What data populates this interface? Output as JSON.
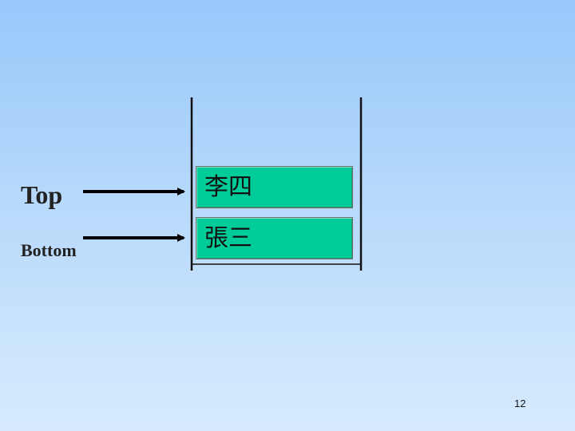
{
  "labels": {
    "top": "Top",
    "bottom": "Bottom"
  },
  "stack": {
    "items": [
      {
        "text": "李四",
        "position": "top"
      },
      {
        "text": "張三",
        "position": "bottom"
      }
    ]
  },
  "page_number": "12",
  "colors": {
    "cell_fill": "#00cc99",
    "stack_walls": "#111111",
    "arrows": "#000000",
    "background_top": "#98c8fb",
    "background_bottom": "#d6ebfd"
  }
}
